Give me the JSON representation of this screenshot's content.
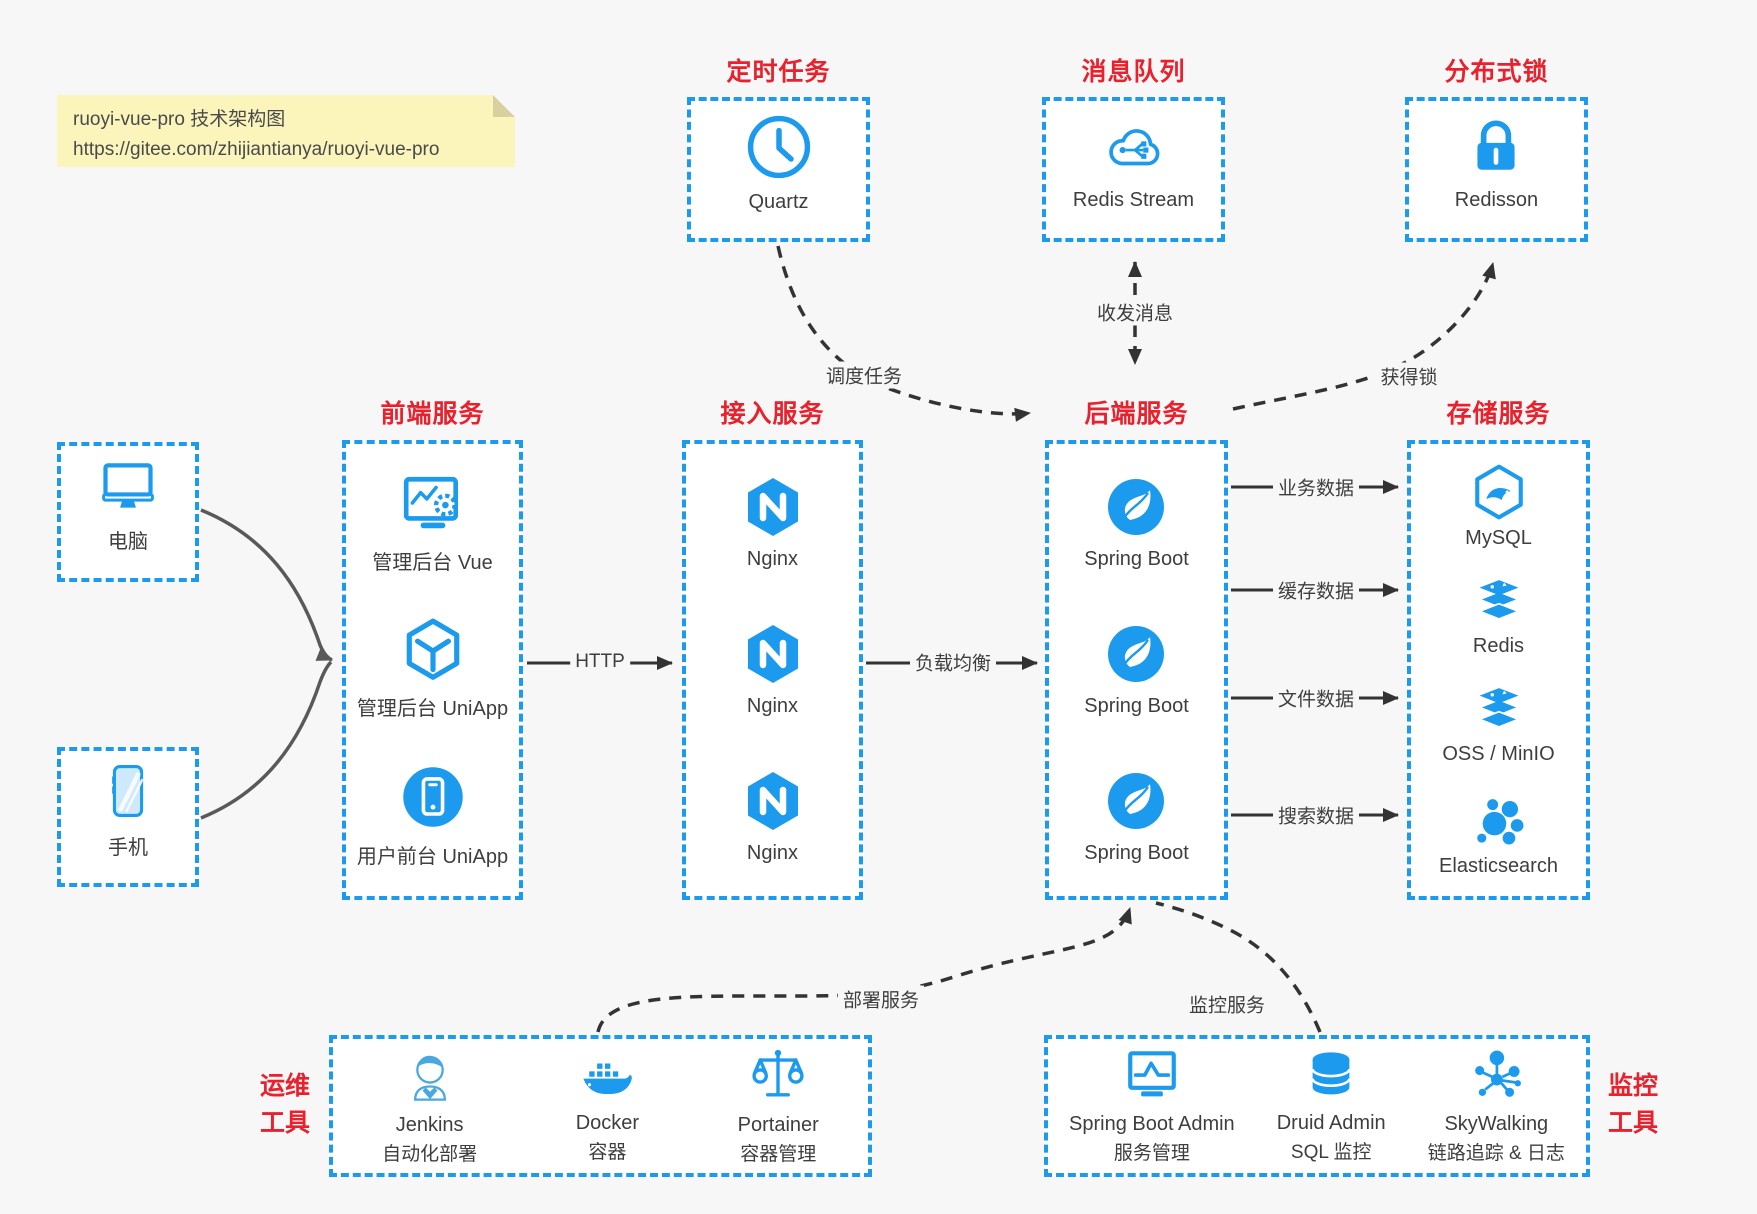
{
  "note": {
    "line1": "ruoyi-vue-pro 技术架构图",
    "line2": "https://gitee.com/zhijiantianya/ruoyi-vue-pro"
  },
  "colors": {
    "accent_blue": "#1b9aee",
    "title_red": "#e8212d",
    "arrow_dark": "#333333",
    "arrow_gray": "#595959",
    "note_bg": "#fbf5bc",
    "canvas_bg": "#f7f7f7",
    "box_bg": "#ffffff"
  },
  "clients": [
    {
      "label": "电脑",
      "icon": "desktop-icon"
    },
    {
      "label": "手机",
      "icon": "phone-icon"
    }
  ],
  "top_groups": [
    {
      "title": "定时任务",
      "items": [
        {
          "label": "Quartz",
          "icon": "clock-icon"
        }
      ]
    },
    {
      "title": "消息队列",
      "items": [
        {
          "label": "Redis Stream",
          "icon": "cloud-stream-icon"
        }
      ]
    },
    {
      "title": "分布式锁",
      "items": [
        {
          "label": "Redisson",
          "icon": "lock-icon"
        }
      ]
    }
  ],
  "columns": [
    {
      "title": "前端服务",
      "items": [
        {
          "label": "管理后台 Vue",
          "icon": "admin-vue-icon"
        },
        {
          "label": "管理后台 UniApp",
          "icon": "uniapp-cube-icon"
        },
        {
          "label": "用户前台 UniApp",
          "icon": "mobile-app-icon"
        }
      ]
    },
    {
      "title": "接入服务",
      "items": [
        {
          "label": "Nginx",
          "icon": "nginx-icon"
        },
        {
          "label": "Nginx",
          "icon": "nginx-icon"
        },
        {
          "label": "Nginx",
          "icon": "nginx-icon"
        }
      ]
    },
    {
      "title": "后端服务",
      "items": [
        {
          "label": "Spring Boot",
          "icon": "spring-icon"
        },
        {
          "label": "Spring Boot",
          "icon": "spring-icon"
        },
        {
          "label": "Spring Boot",
          "icon": "spring-icon"
        }
      ]
    },
    {
      "title": "存储服务",
      "items": [
        {
          "label": "MySQL",
          "icon": "mysql-icon"
        },
        {
          "label": "Redis",
          "icon": "redis-icon"
        },
        {
          "label": "OSS / MinIO",
          "icon": "storage-stack-icon"
        },
        {
          "label": "Elasticsearch",
          "icon": "elasticsearch-icon"
        }
      ]
    }
  ],
  "bottom_groups": [
    {
      "title_line1": "运维",
      "title_line2": "工具",
      "items": [
        {
          "name": "Jenkins",
          "desc": "自动化部署",
          "icon": "jenkins-icon"
        },
        {
          "name": "Docker",
          "desc": "容器",
          "icon": "docker-icon"
        },
        {
          "name": "Portainer",
          "desc": "容器管理",
          "icon": "portainer-icon"
        }
      ]
    },
    {
      "title_line1": "监控",
      "title_line2": "工具",
      "items": [
        {
          "name": "Spring Boot Admin",
          "desc": "服务管理",
          "icon": "admin-monitor-icon"
        },
        {
          "name": "Druid Admin",
          "desc": "SQL 监控",
          "icon": "database-icon"
        },
        {
          "name": "SkyWalking",
          "desc": "链路追踪 & 日志",
          "icon": "topology-icon"
        }
      ]
    }
  ],
  "edges": {
    "http": "HTTP",
    "load_balance": "负载均衡",
    "business_data": "业务数据",
    "cache_data": "缓存数据",
    "file_data": "文件数据",
    "search_data": "搜索数据",
    "schedule_task": "调度任务",
    "send_receive_message": "收发消息",
    "acquire_lock": "获得锁",
    "deploy_service": "部署服务",
    "monitor_service": "监控服务"
  }
}
